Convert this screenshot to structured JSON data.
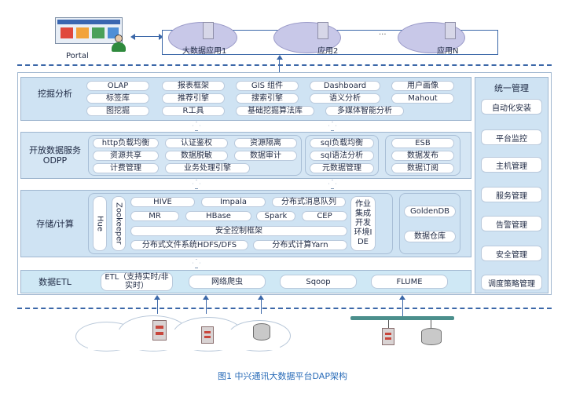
{
  "top": {
    "portal": "Portal",
    "apps": [
      "大数据应用1",
      "应用2",
      "应用N"
    ],
    "ellipsis": "..."
  },
  "layers": {
    "mining": {
      "label": "挖掘分析",
      "items": [
        "OLAP",
        "报表框架",
        "GIS 组件",
        "Dashboard",
        "用户画像",
        "标签库",
        "推荐引擎",
        "搜索引擎",
        "语义分析",
        "Mahout",
        "图挖掘",
        "R工具",
        "基础挖掘算法库",
        "多媒体智能分析"
      ]
    },
    "odpp": {
      "label1": "开放数据服务",
      "label2": "ODPP",
      "group1": [
        "http负载均衡",
        "认证鉴权",
        "资源隔离",
        "资源共享",
        "数据脱敏",
        "数据审计",
        "计费管理",
        "业务处理引擎"
      ],
      "group2": [
        "sql负载均衡",
        "sql语法分析",
        "元数据管理"
      ],
      "group3": [
        "ESB",
        "数据发布",
        "数据订阅"
      ]
    },
    "storage": {
      "label": "存储/计算",
      "hue": "Hue",
      "zookeeper": "Zookeeper",
      "items": [
        "HIVE",
        "Impala",
        "分布式消息队列",
        "MR",
        "HBase",
        "Spark",
        "CEP",
        "安全控制框架",
        "分布式文件系统HDFS/DFS",
        "分布式计算Yarn"
      ],
      "ide": "作业集成开发环境IDE",
      "right": [
        "GoldenDB",
        "数据仓库"
      ]
    },
    "etl": {
      "label": "数据ETL",
      "items": [
        "ETL（支持实时/非实时）",
        "网络爬虫",
        "Sqoop",
        "FLUME"
      ]
    }
  },
  "management": {
    "title": "统一管理",
    "items": [
      "自动化安装",
      "平台监控",
      "主机管理",
      "服务管理",
      "告警管理",
      "安全管理",
      "调度策略管理"
    ]
  },
  "caption": "图1  中兴通讯大数据平台DAP架构",
  "colors": {
    "dash": "#3b67a8",
    "layer_top": "#cfe3f3",
    "layer_bottom": "#c7dcef",
    "etl": "#cfe8f5",
    "arrow": "#3b67a8"
  }
}
